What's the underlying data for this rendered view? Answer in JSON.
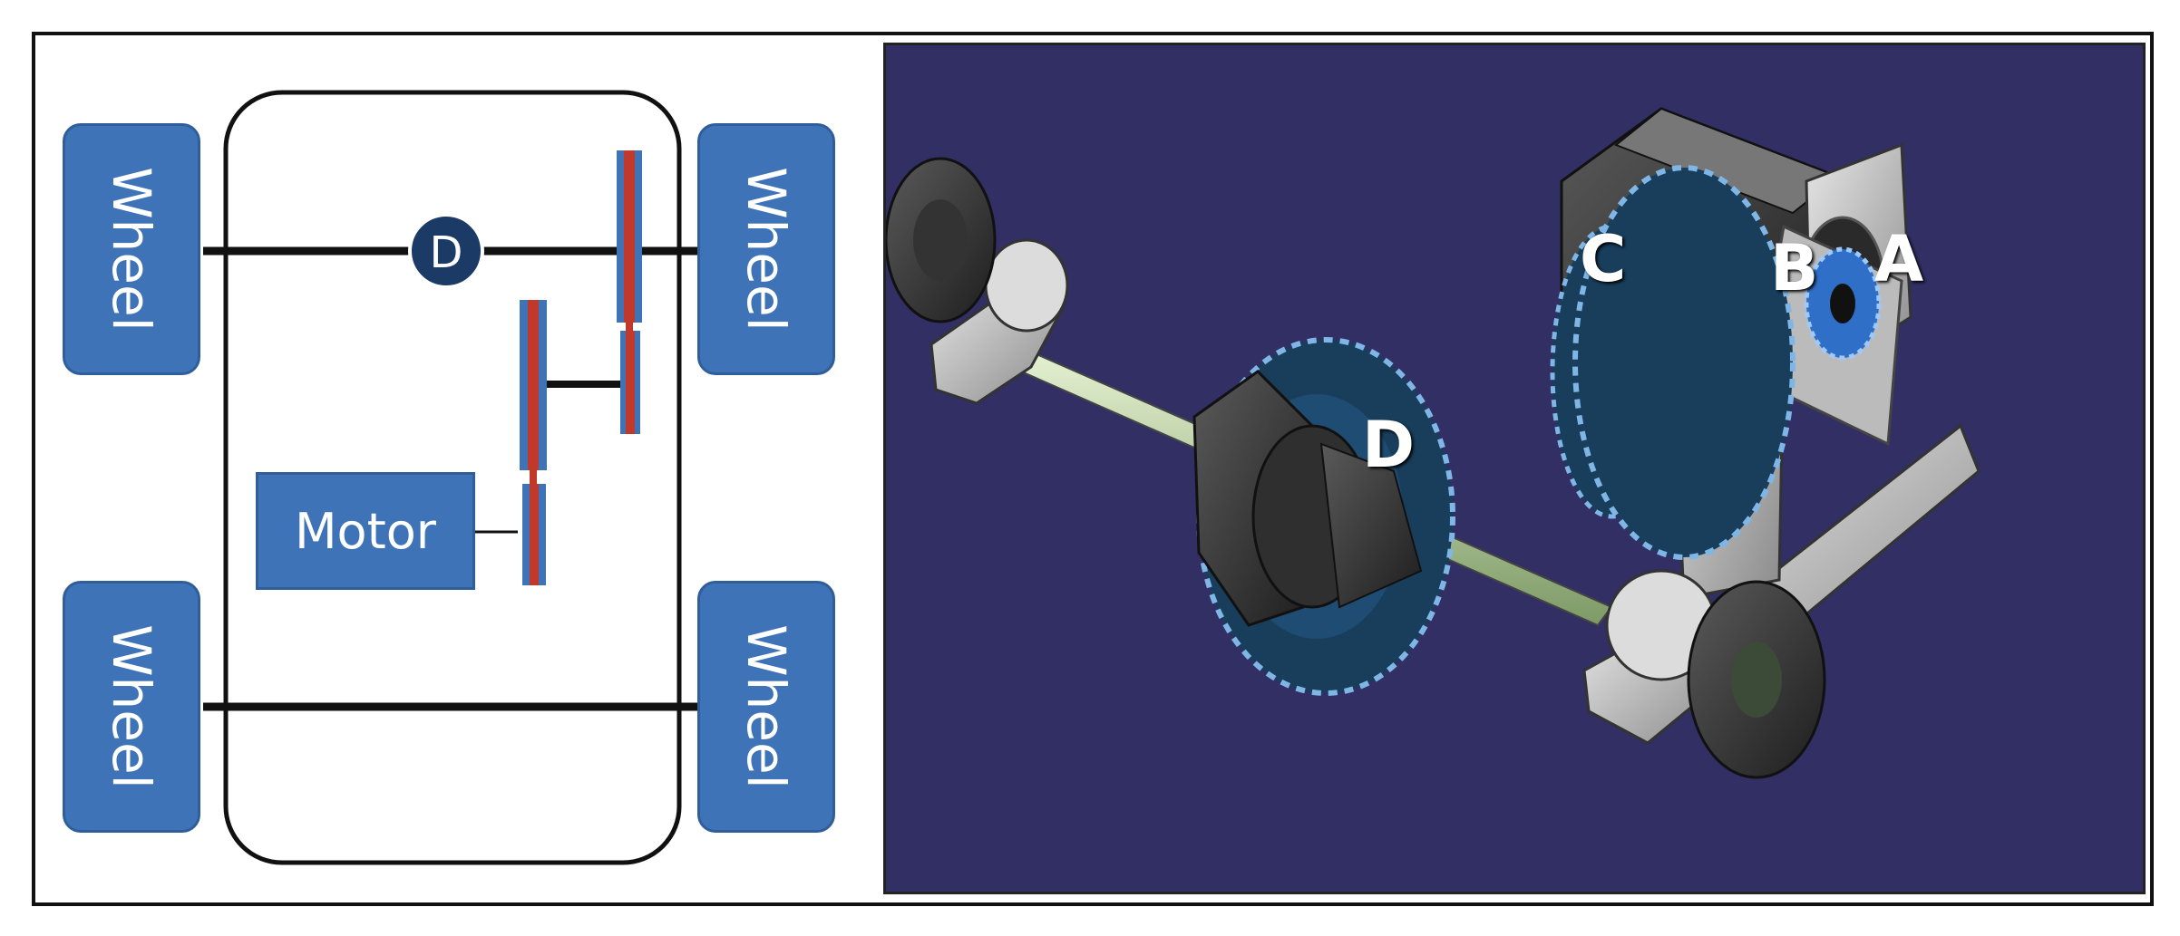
{
  "schematic": {
    "wheel_labels": [
      "Wheel",
      "Wheel",
      "Wheel",
      "Wheel"
    ],
    "motor_label": "Motor",
    "differential_label": "D"
  },
  "render": {
    "gear_labels": {
      "a": "A",
      "b": "B",
      "c": "C",
      "d": "D"
    }
  },
  "colors": {
    "frame_border": "#111111",
    "box_fill": "#3f73b7",
    "render_background": "#312f63",
    "sprocket_blue": "#183e5c",
    "gear_plate_red": "#c0392b"
  }
}
